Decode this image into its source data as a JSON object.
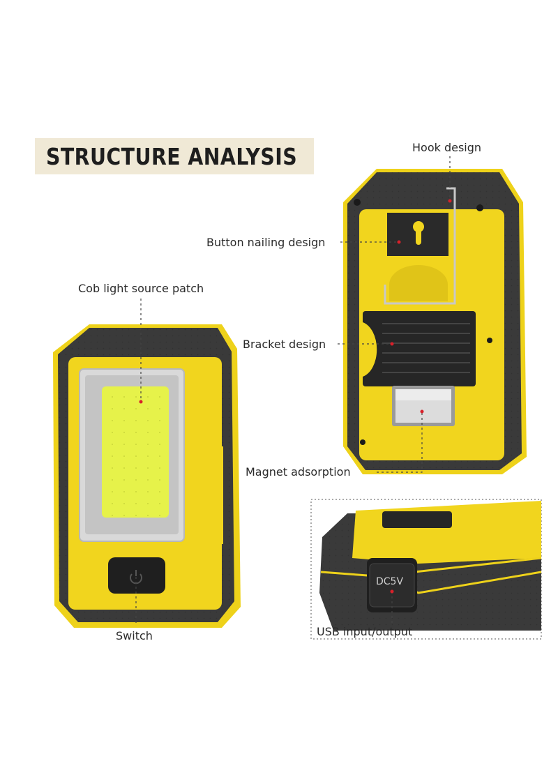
{
  "title": "STRUCTURE ANALYSIS",
  "labels": {
    "hook": "Hook design",
    "button_nailing": "Button nailing design",
    "bracket": "Bracket design",
    "magnet": "Magnet adsorption",
    "cob": "Cob light source patch",
    "switch": "Switch",
    "usb": "USB input/output"
  },
  "port_text": "DC5V",
  "colors": {
    "body_yellow": "#f1d51e",
    "rubber_dark": "#3a3a3a",
    "cob_yellow_green": "#e6f24a",
    "title_band": "#f0e9d6",
    "marker_red": "#d8202a"
  },
  "icons": [
    "power-icon",
    "keyhole-icon"
  ]
}
